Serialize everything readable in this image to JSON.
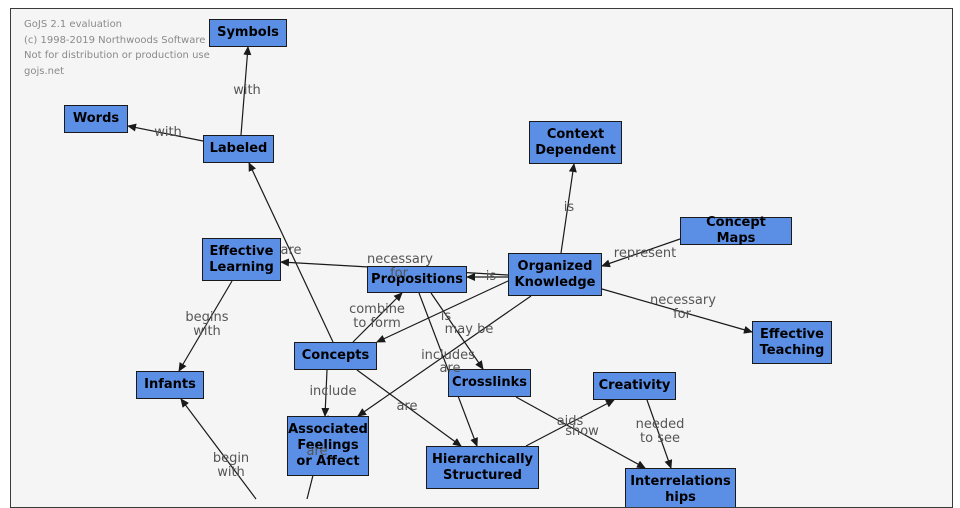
{
  "watermark": {
    "line1": "GoJS 2.1 evaluation",
    "line2": "(c) 1998-2019 Northwoods Software",
    "line3": "Not for distribution or production use",
    "line4": "gojs.net"
  },
  "colors": {
    "node_fill": "#5b8fe6",
    "node_border": "#1a1a1a",
    "link": "#1a1a1a",
    "label": "#555555",
    "background": "#f5f5f5"
  },
  "nodes": {
    "symbols": "Symbols",
    "words": "Words",
    "labeled": "Labeled",
    "context_dependent": "Context Dependent",
    "concept_maps": "Concept Maps",
    "effective_learning": "Effective Learning",
    "propositions": "Propositions",
    "organized_knowledge": "Organized Knowledge",
    "effective_teaching": "Effective Teaching",
    "concepts": "Concepts",
    "infants": "Infants",
    "crosslinks": "Crosslinks",
    "creativity": "Creativity",
    "associated_feelings": "Associated Feelings or Affect",
    "hierarchically_structured": "Hierarchically Structured",
    "interrelationships": "Interrelations hips"
  },
  "link_labels": {
    "labeled_symbols": "with",
    "labeled_words": "with",
    "ok_context": "is",
    "maps_ok": "represent",
    "concepts_learning": "are",
    "ok_propositions": "is",
    "propositions_learning": "necessary for",
    "ok_teaching": "necessary for",
    "learning_infants": "begins with",
    "concepts_propositions": "combine to form",
    "propositions_crosslinks": "may be",
    "propositions_hier": "is",
    "ok_concepts": "includes",
    "ok_feelings": "are",
    "concepts_feelings": "include",
    "concepts_hier": "are",
    "feelings_concepts": "are",
    "crosslinks_inter": "show",
    "hier_creativity": "aids",
    "creativity_inter": "needed to see",
    "infants_bottom": "begin with"
  }
}
